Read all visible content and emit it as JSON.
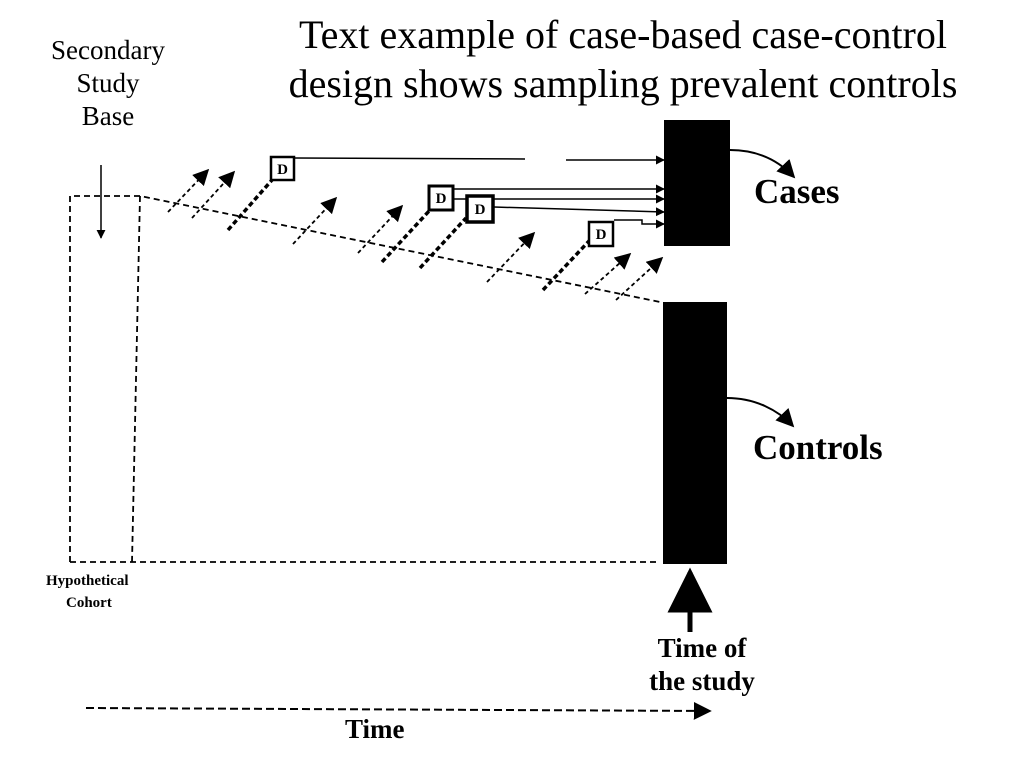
{
  "title": {
    "line1": "Text example of case-based case-control",
    "line2": "design shows sampling prevalent controls"
  },
  "study_base": {
    "line1": "Secondary",
    "line2": "Study",
    "line3": "Base"
  },
  "labels": {
    "cases": "Cases",
    "controls": "Controls",
    "cohort_line1": "Hypothetical",
    "cohort_line2": "Cohort",
    "study_time_line1": "Time of",
    "study_time_line2": "the study",
    "time_axis": "Time"
  },
  "disease_marker": "D",
  "colors": {
    "ink": "#000000",
    "background": "#ffffff"
  }
}
